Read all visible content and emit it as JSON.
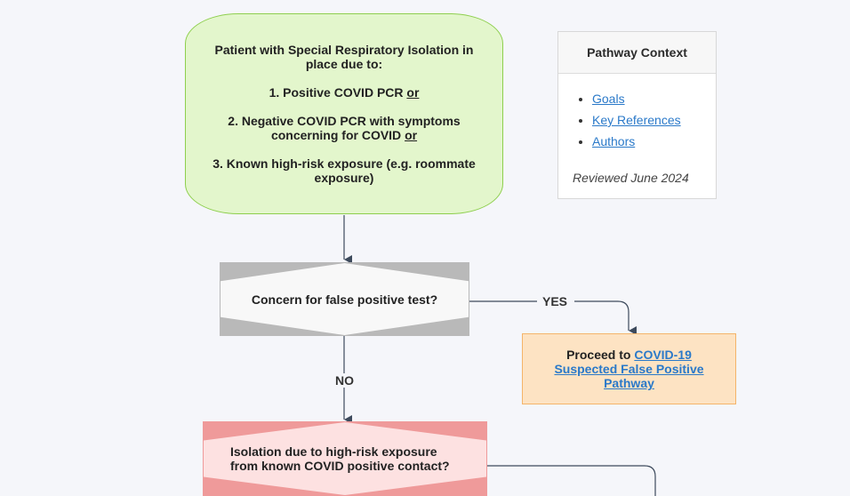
{
  "start": {
    "heading": "Patient with Special Respiratory Isolation in place due to:",
    "item1": "1. Positive COVID PCR ",
    "item1_conj": "or",
    "item2": "2. Negative COVID PCR with symptoms concerning for COVID ",
    "item2_conj": "or",
    "item3": "3. Known high-risk exposure (e.g. roommate exposure)"
  },
  "context": {
    "title": "Pathway Context",
    "links": [
      "Goals",
      "Key References",
      "Authors"
    ],
    "reviewed": "Reviewed June 2024"
  },
  "decision1": {
    "text": "Concern for false positive test?"
  },
  "edges": {
    "yes": "YES",
    "no": "NO"
  },
  "outcome_yes": {
    "prefix": "Proceed to ",
    "link": "COVID-19 Suspected False Positive Pathway"
  },
  "decision2": {
    "text": "Isolation due to high-risk exposure from known COVID positive contact?"
  },
  "colors": {
    "start_fill": "#e3f6cc",
    "start_border": "#8ecf4e",
    "decision_fill": "#f8f8f8",
    "outcome_fill": "#fde3c3",
    "outcome_border": "#f4b46a",
    "decision2_fill": "#fde1e1",
    "decision2_border": "#ef9a9a",
    "connector": "#3d4a5c",
    "link": "#2a79c9"
  }
}
